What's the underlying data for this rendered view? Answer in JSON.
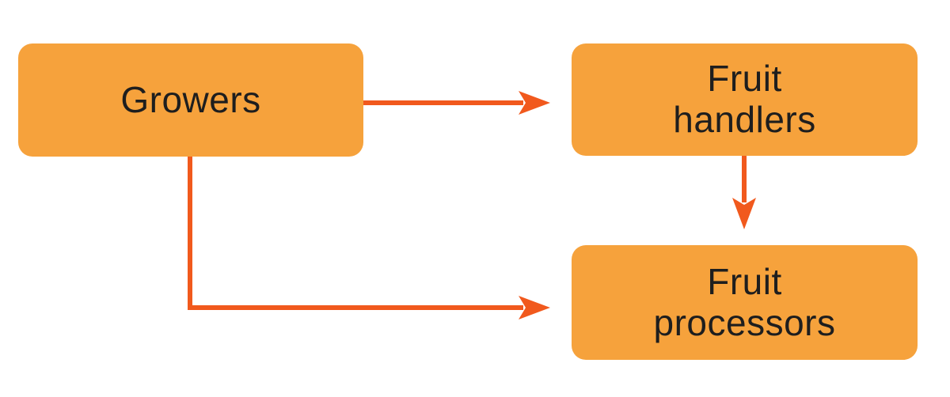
{
  "diagram": {
    "type": "flowchart",
    "nodes": [
      {
        "id": "growers",
        "label": "Growers"
      },
      {
        "id": "fruit-handlers",
        "label": "Fruit\nhandlers"
      },
      {
        "id": "fruit-processors",
        "label": "Fruit\nprocessors"
      }
    ],
    "edges": [
      {
        "from": "growers",
        "to": "fruit-handlers",
        "style": "straight-right-arrow"
      },
      {
        "from": "fruit-handlers",
        "to": "fruit-processors",
        "style": "straight-down-arrow"
      },
      {
        "from": "growers",
        "to": "fruit-processors",
        "style": "elbow-down-right-arrow"
      }
    ]
  },
  "colors": {
    "background": "#FFFFFF",
    "node_fill": "#F6A23C",
    "arrow": "#F1591D",
    "label_text": "#1E1E1E"
  }
}
